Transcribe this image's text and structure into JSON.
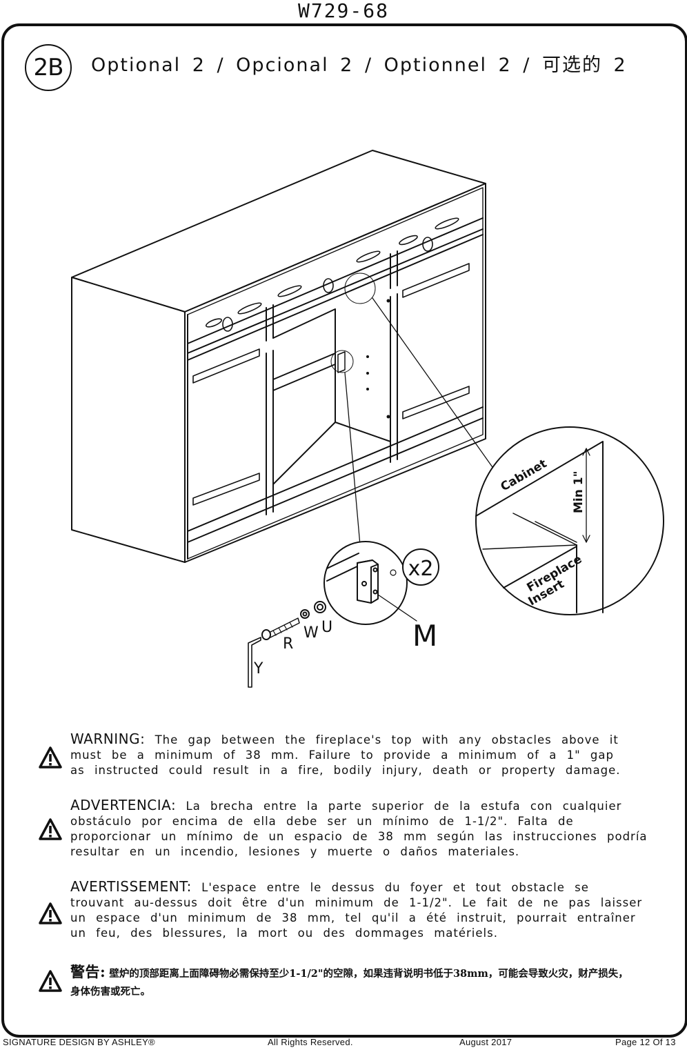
{
  "header": {
    "model": "W729-68"
  },
  "step": {
    "number": "2B",
    "title": "Optional 2 / Opcional 2 / Optionnel 2 / 可选的 2"
  },
  "diagram": {
    "quantity": "x2",
    "part_labels": {
      "m": "M",
      "u": "U",
      "w": "W",
      "r": "R",
      "y": "Y"
    },
    "detail_labels": {
      "cabinet": "Cabinet",
      "min_gap": "Min 1\"",
      "insert_line1": "Fireplace",
      "insert_line2": "Insert"
    }
  },
  "warnings": {
    "en": {
      "heading": "WARNING:",
      "body": " The gap between the fireplace's top with any obstacles above it must be a minimum of 38 mm. Failure to provide a minimum of a 1\" gap as instructed could result in a fire, bodily injury, death or property damage."
    },
    "es": {
      "heading": "ADVERTENCIA:",
      "body": " La brecha entre la parte superior de la estufa con cualquier obstáculo por encima de ella debe ser un mínimo de 1-1/2\". Falta de proporcionar un mínimo de un espacio de 38 mm según las instrucciones podría resultar en un incendio, lesiones y muerte o daños materiales."
    },
    "fr": {
      "heading": "AVERTISSEMENT:",
      "body": " L'espace entre le dessus du foyer et tout obstacle se trouvant au-dessus doit être d'un minimum de 1-1/2\". Le fait de ne pas laisser un espace d'un minimum de 38 mm, tel qu'il a été instruit, pourrait entraîner un feu, des blessures, la mort ou des dommages matériels."
    },
    "zh": {
      "heading": "警告:",
      "body": " 壁炉的顶部距离上面障碍物必需保持至少1-1/2\"的空隙，如果违背说明书低于38mm，可能会导致火灾，财产损失，身体伤害或死亡。"
    }
  },
  "footer": {
    "brand": "SIGNATURE DESIGN BY ASHLEY®",
    "rights": "All Rights Reserved.",
    "date": "August 2017",
    "page": "Page 12 Of 13"
  }
}
